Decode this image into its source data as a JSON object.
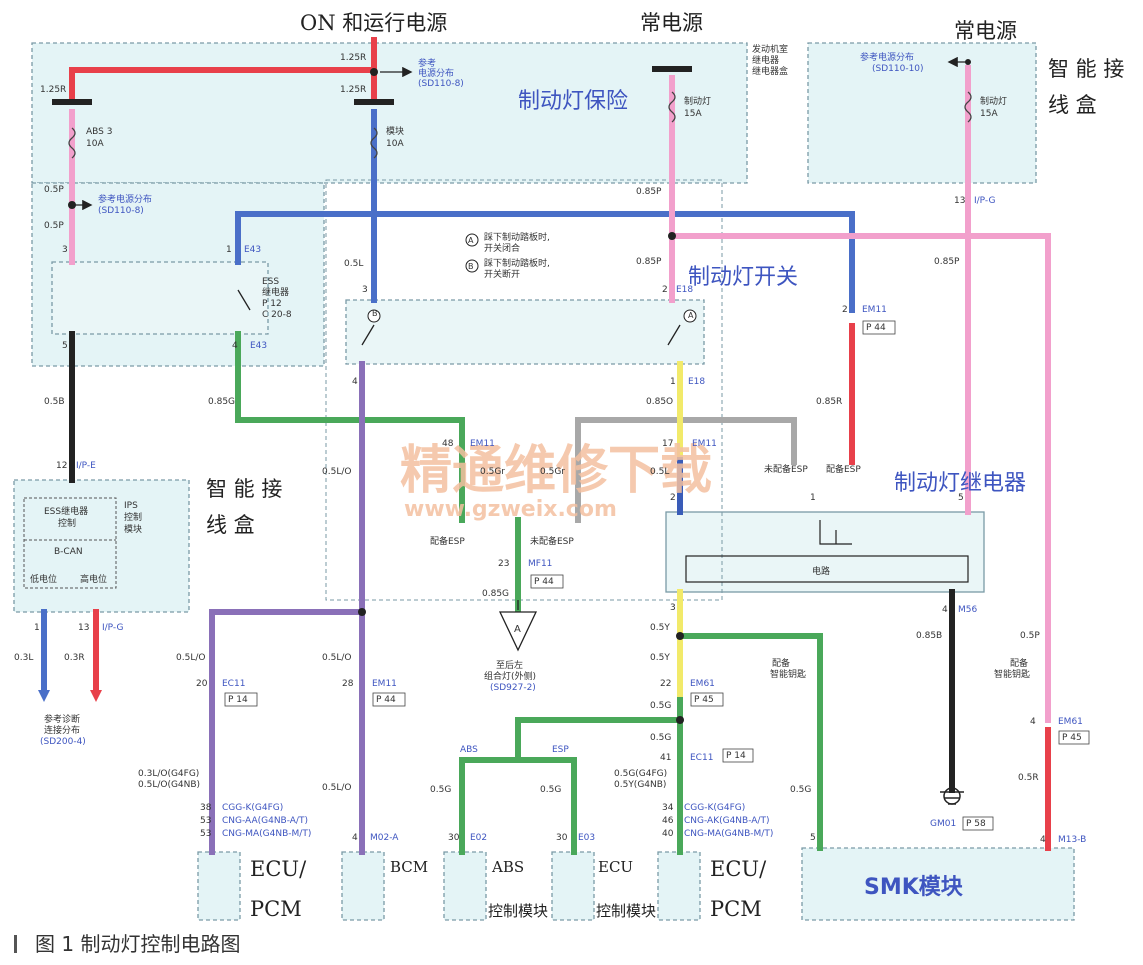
{
  "sources": {
    "on_run": "ON 和运行电源",
    "const1": "常电源",
    "const2": "常电源"
  },
  "labels": {
    "brake_fuse": "制动灯保险",
    "brake_switch": "制动灯开关",
    "brake_relay": "制动灯继电器",
    "smart_box_1": "智 能 接",
    "smart_box_1b": "线 盒",
    "smart_box_2": "智 能 接",
    "smart_box_2b": "线 盒",
    "ecu_pcm_left_1": "ECU/",
    "ecu_pcm_left_2": "PCM",
    "bcm": "BCM",
    "abs_module_1": "ABS",
    "abs_module_2": "控制模块",
    "ecu_module_1": "ECU",
    "ecu_module_2": "控制模块",
    "ecu_pcm_right_1": "ECU/",
    "ecu_pcm_right_2": "PCM",
    "smk": "SMK模块",
    "caption": "图 1  制动灯控制电路图"
  },
  "watermark": {
    "line1": "精通维修下载",
    "line2": "www.gzweix.com"
  },
  "small": {
    "w125r_a": "1.25R",
    "w125r_b": "1.25R",
    "w125r_c": "1.25R",
    "ref_sd1108a_1": "参考",
    "ref_sd1108a_2": "电源分布",
    "ref_sd1108a_3": "(SD110-8)",
    "abs3": "ABS 3",
    "abs3_amp": "10A",
    "module": "模块",
    "module_amp": "10A",
    "brake_lamp": "制动灯",
    "brake_lamp_amp": "15A",
    "engine_box_1": "发动机室",
    "engine_box_2": "继电器",
    "engine_box_3": "继电器盒",
    "ref_sd11010_1": "参考电源分布",
    "ref_sd11010_2": "(SD110-10)",
    "brake_lamp2": "制动灯",
    "brake_lamp2_amp": "15A",
    "w05p_a": "0.5P",
    "ref_sd1108b_1": "参考电源分布",
    "ref_sd1108b_2": "(SD110-8)",
    "w05p_b": "0.5P",
    "w085p_a": "0.85P",
    "pin13_ipg": "13",
    "ipg_a": "I/P-G",
    "pin3_a": "3",
    "pin1_e43": "1",
    "e43_a": "E43",
    "ess_relay_1": "ESS",
    "ess_relay_2": "继电器",
    "ess_relay_3": "P 12",
    "ess_relay_4": "C 20-8",
    "pin5": "5",
    "pin4_e43": "4",
    "e43_b": "E43",
    "note_a": "踩下制动踏板时,",
    "note_a2": "开关闭合",
    "note_b": "踩下制动踏板时,",
    "note_b2": "开关断开",
    "circ_a": "A",
    "circ_b": "B",
    "w05l_a": "0.5L",
    "pin3_b": "3",
    "w085p_b": "0.85P",
    "pin2_e": "2",
    "e18_a": "E18",
    "w085p_c": "0.85P",
    "pin2_em11": "2",
    "em11_a": "EM11",
    "p44_a": "P 44",
    "w05b": "0.5B",
    "w085g_a": "0.85G",
    "pin4_a": "4",
    "pin1_e18": "1",
    "e18_b": "E18",
    "w085o": "0.85O",
    "w085r": "0.85R",
    "pin12_ipe": "12",
    "ipe": "I/P-E",
    "pin48": "48",
    "em11_b": "EM11",
    "w05lo_a": "0.5L/O",
    "w05gr": "0.5Gr",
    "w05gr_b": "0.5Gr",
    "pin17": "17",
    "em11_c": "EM11",
    "w05l_b": "0.5L",
    "no_esp_a": "未配备ESP",
    "esp_a": "配备ESP",
    "pin1_relay": "1",
    "pin5_relay": "5",
    "pin2_relay": "2",
    "ess_ctrl_1": "ESS继电器",
    "ess_ctrl_2": "控制",
    "ips_1": "IPS",
    "ips_2": "控制",
    "ips_3": "模块",
    "bcan": "B-CAN",
    "low_pos": "低电位",
    "high_pos": "高电位",
    "esp_b": "配备ESP",
    "no_esp_b": "未配备ESP",
    "pin23": "23",
    "mf11": "MF11",
    "p44_b": "P 44",
    "coil": "电路",
    "w085g_b": "0.85G",
    "conn_a": "A",
    "rear_combo_1": "至后左",
    "rear_combo_2": "组合灯(外侧)",
    "rear_combo_3": "(SD927-2)",
    "pin3_relay": "3",
    "pin4_m56": "4",
    "m56": "M56",
    "w05y_a": "0.5Y",
    "w05y_b": "0.5Y",
    "w085b": "0.85B",
    "smart_key_a_1": "配备",
    "smart_key_a_2": "智能钥匙",
    "w05p_c": "0.5P",
    "smart_key_b_1": "配备",
    "smart_key_b_2": "智能钥匙",
    "pin1_ipg": "1",
    "w03l": "0.3L",
    "pin13_ipg_b": "13",
    "ipg_b": "I/P-G",
    "w03r": "0.3R",
    "ref_diag_1": "参考诊断",
    "ref_diag_2": "连接分布",
    "ref_diag_3": "(SD200-4)",
    "w05lo_b": "0.5L/O",
    "pin20": "20",
    "ec11_a": "EC11",
    "p14_a": "P 14",
    "w05lo_c": "0.5L/O",
    "pin28": "28",
    "em11_d": "EM11",
    "p44_c": "P 44",
    "pin22": "22",
    "em61_a": "EM61",
    "p45_a": "P 45",
    "w05g_a": "0.5G",
    "abs_branch": "ABS",
    "esp_branch": "ESP",
    "w05g_b": "0.5G",
    "pin41": "41",
    "ec11_b": "EC11",
    "p14_b": "P 14",
    "pin4_em61": "4",
    "em61_b": "EM61",
    "p45_b": "P 45",
    "w03lo_1": "0.3L/O(G4FG)",
    "w03lo_2": "0.5L/O(G4NB)",
    "w05lo_d": "0.5L/O",
    "w05g_c": "0.5G",
    "w05g_d": "0.5G",
    "w05g_y_1": "0.5G(G4FG)",
    "w05g_y_2": "0.5Y(G4NB)",
    "w05g_e": "0.5G",
    "w05r": "0.5R",
    "gm01": "GM01",
    "p58": "P 58",
    "pin38": "38",
    "pin53a": "53",
    "pin53b": "53",
    "cgg_k": "CGG-K(G4FG)",
    "cng_aa": "CNG-AA(G4NB-A/T)",
    "cng_ma": "CNG-MA(G4NB-M/T)",
    "pin4_m02": "4",
    "m02a": "M02-A",
    "pin30a": "30",
    "e02": "E02",
    "pin30b": "30",
    "e03": "E03",
    "pin34": "34",
    "pin46": "46",
    "pin40": "40",
    "cgg_k2": "CGG-K(G4FG)",
    "cng_ak": "CNG-AK(G4NB-A/T)",
    "cng_ma2": "CNG-MA(G4NB-M/T)",
    "pin5_smk": "5",
    "pin4_m13": "4",
    "m13b": "M13-B"
  },
  "colors": {
    "red": "#e8404a",
    "pink": "#f2a0cc",
    "blue": "#4a6fc8",
    "darkblue": "#3a5cb8",
    "green": "#4aa85a",
    "yellow": "#f2ea6a",
    "purple": "#8a70b8",
    "gray": "#a8a8a8",
    "black": "#222222",
    "box_fill": "#e4f4f6",
    "box_stroke": "#7a9aa6",
    "label_blue": "#3e55c0",
    "watermark": "#f4c0a0"
  }
}
